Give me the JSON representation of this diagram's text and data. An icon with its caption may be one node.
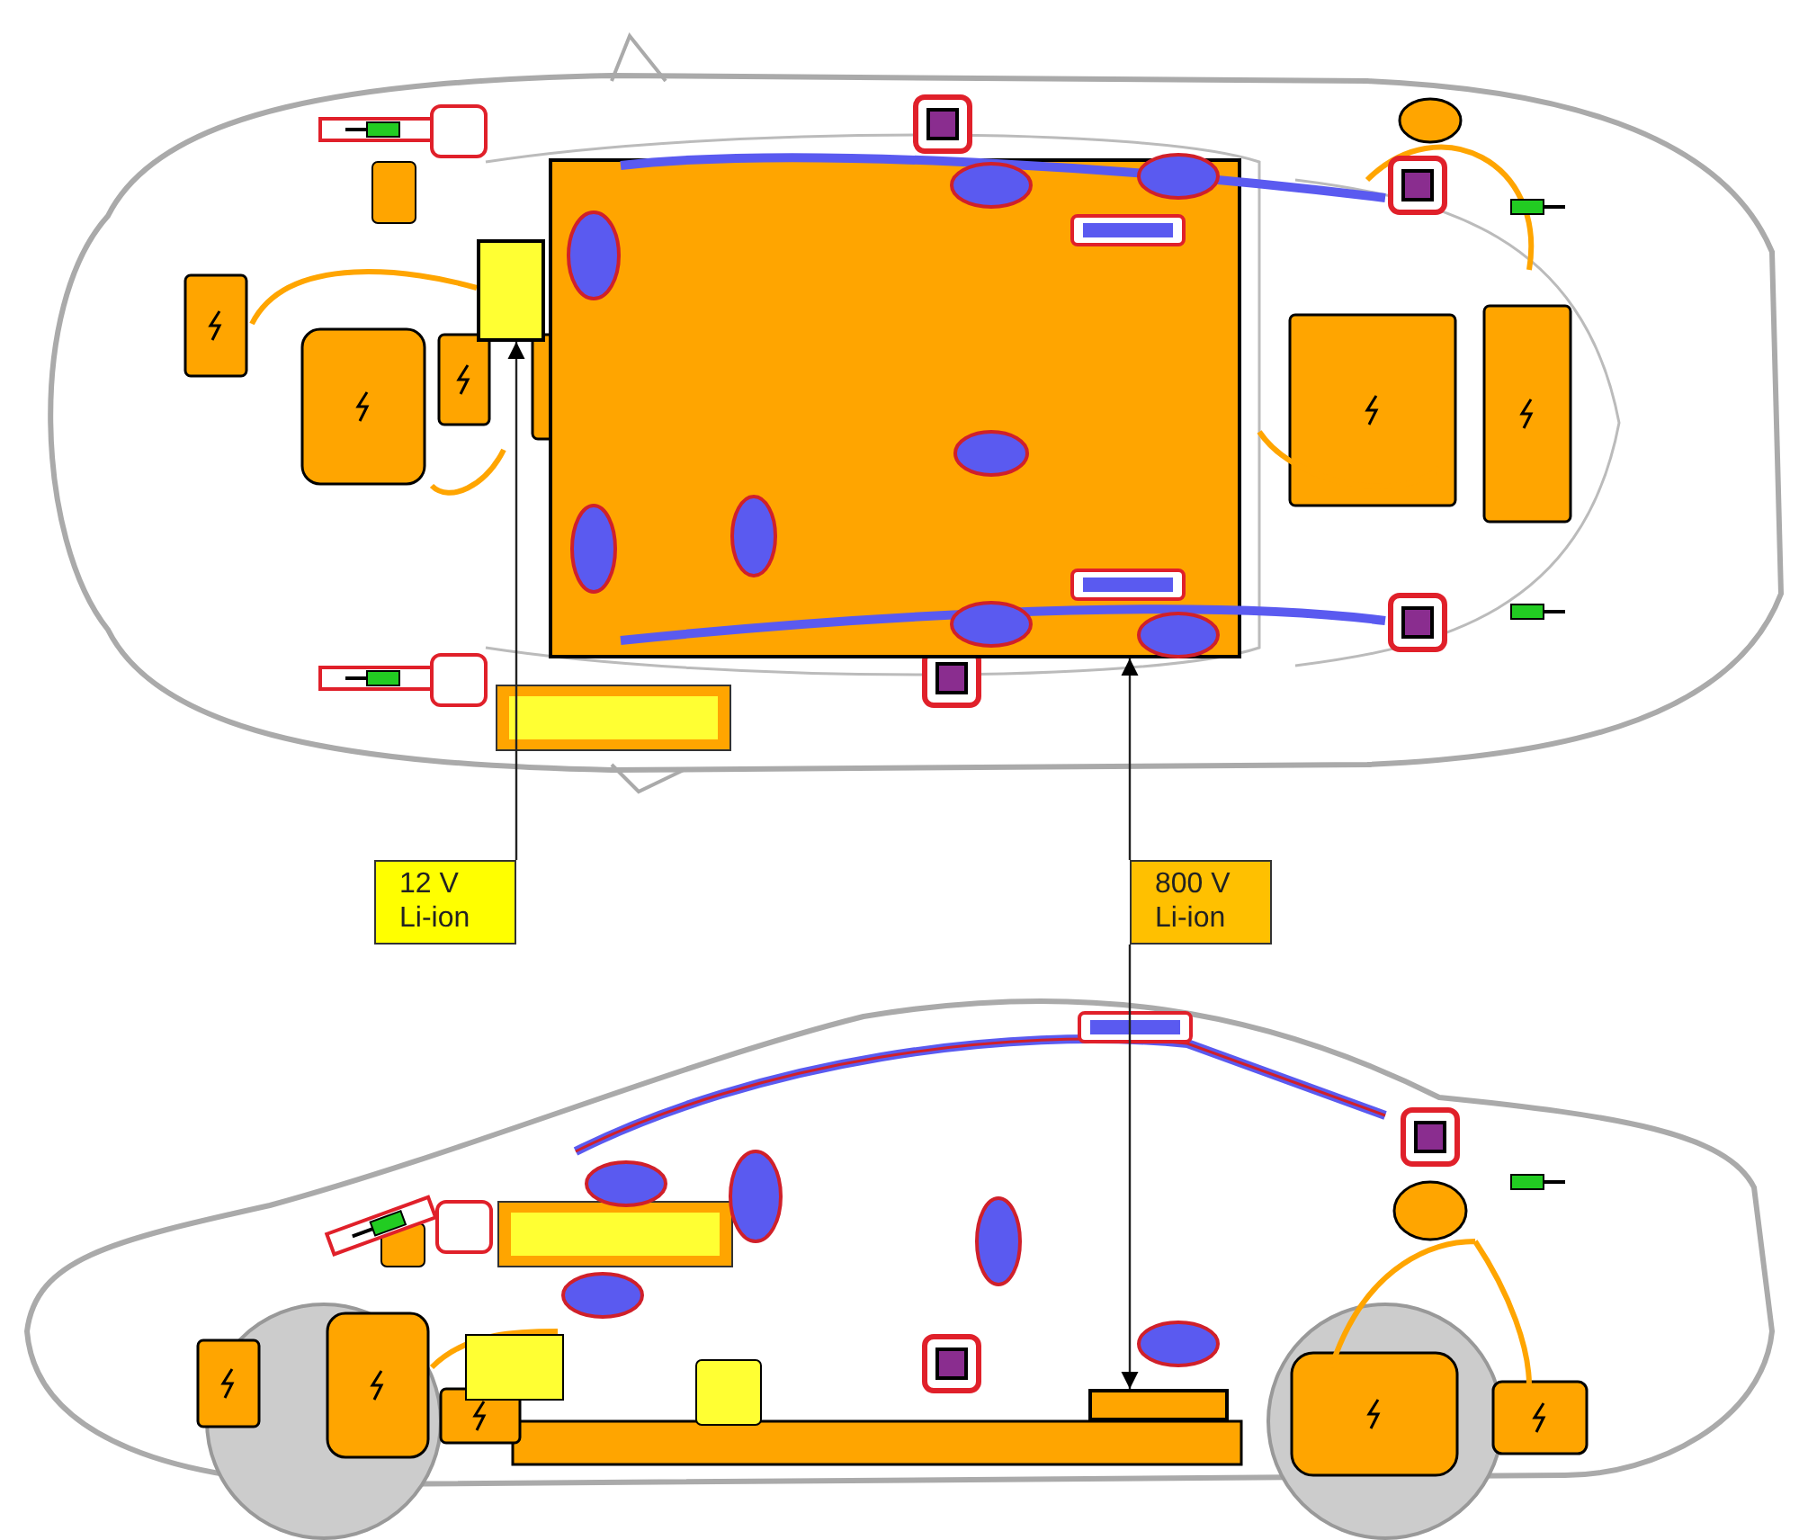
{
  "diagram": {
    "nodes": [
      {
        "text": [
          "12 V Li-ion"
        ]
      },
      {
        "text": [
          "800 V Li-ion"
        ]
      },
      {
        "text": [],
        "shape": "box"
      },
      {
        "text": [],
        "shape": "box"
      },
      {
        "text": [],
        "shape": "box"
      }
    ],
    "edges": [
      {
        "from": 0,
        "to": 2,
        "arrow": "to"
      },
      {
        "from": 1,
        "to": 3,
        "arrow": "to"
      },
      {
        "from": 1,
        "to": 4,
        "arrow": "to"
      }
    ]
  }
}
